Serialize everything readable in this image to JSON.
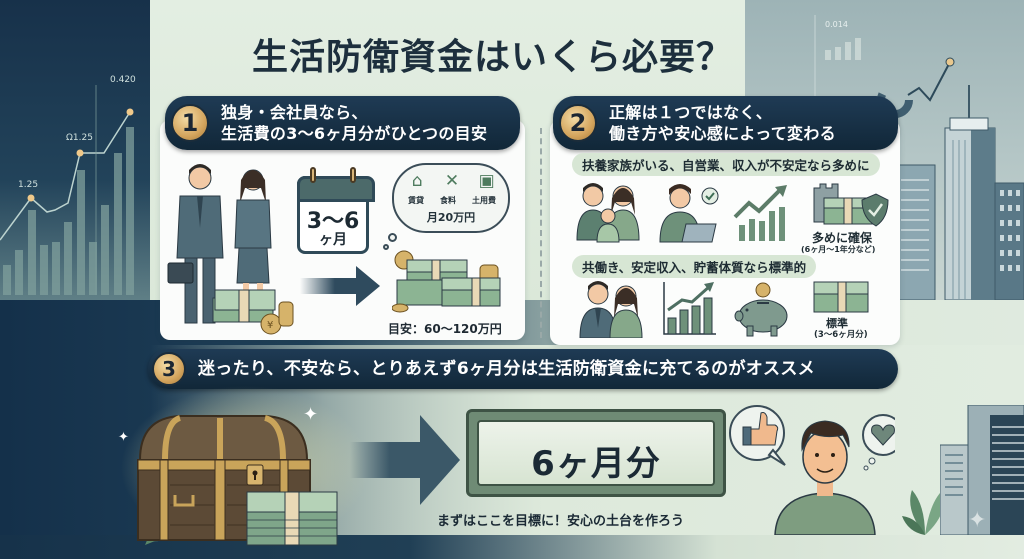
{
  "title": "生活防衛資金はいくら必要？",
  "background": {
    "left_chart_labels": [
      "0.420",
      "Ω1.25",
      "1.25"
    ],
    "right_chart_label": "0.014",
    "colors": {
      "navy": "#17314a",
      "mint": "#dfeadf",
      "slate": "#9db3b6",
      "gold": "#d4a55e"
    }
  },
  "section1": {
    "number": "1",
    "heading_line1": "独身・会社員なら、",
    "heading_line2": "生活費の3〜6ヶ月分がひとつの目安",
    "calendar": {
      "value": "3〜6",
      "unit": "ヶ月"
    },
    "thought_bubble": {
      "icons": [
        "house-icon",
        "fork-knife-icon",
        "utility-icon"
      ],
      "labels": [
        "賃貸",
        "食料",
        "土用費"
      ],
      "amount": "月20万円"
    },
    "estimate": "目安：60〜120万円"
  },
  "section2": {
    "number": "2",
    "heading_line1": "正解は１つではなく、",
    "heading_line2": "働き方や安心感によって変わる",
    "case_more": {
      "label": "扶養家族がいる、自営業、収入が不安定なら多めに",
      "result_title": "多めに確保",
      "result_note": "(6ヶ月〜1年分など)"
    },
    "case_standard": {
      "label": "共働き、安定収入、貯蓄体質なら標準的",
      "result_title": "標準",
      "result_note": "(3〜6ヶ月分)"
    }
  },
  "section3": {
    "number": "3",
    "heading": "迷ったり、不安なら、とりあえず6ヶ月分は生活防衛資金に充てるのがオススメ",
    "result": "6ヶ月分",
    "subtext": "まずはここを目標に！安心の土台を作ろう"
  }
}
